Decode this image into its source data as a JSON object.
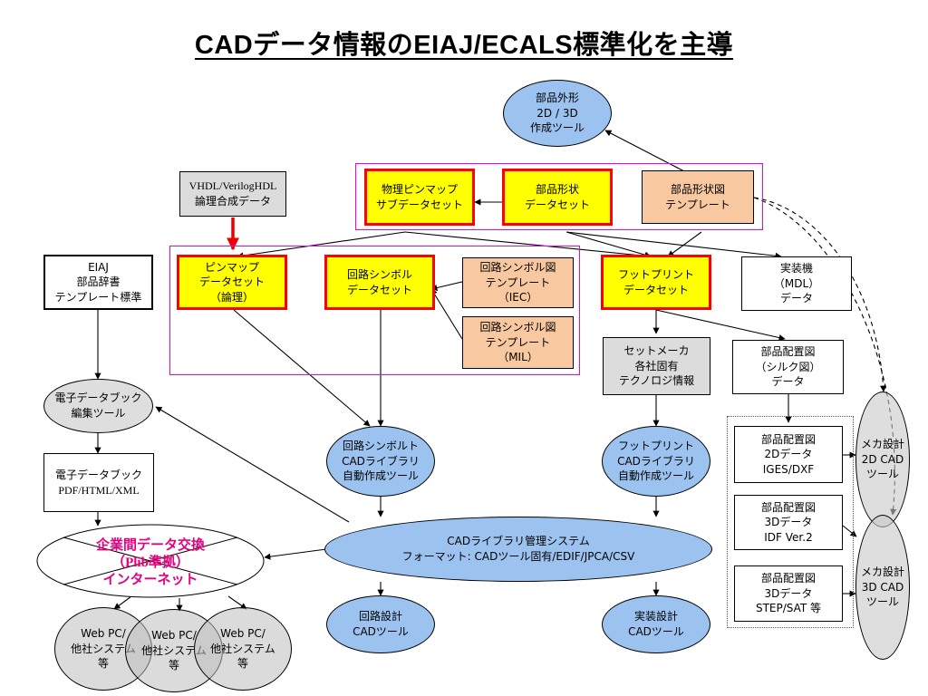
{
  "title": "CADデータ情報のEIAJ/ECALS標準化を主導",
  "nodes": {
    "shape_tool": "部品外形\n2D / 3D\n作成ツール",
    "vhdl": "VHDL/VerilogHDL\n論理合成データ",
    "phys_pinmap": "物理ピンマップ\nサブデータセット",
    "shape_dataset": "部品形状\nデータセット",
    "shape_template": "部品形状図\nテンプレート",
    "eiaj_dict": "EIAJ\n部品辞書\nテンプレート標準",
    "pinmap_logic": "ピンマップ\nデータセット\n（論理）",
    "symbol_dataset": "回路シンボル\nデータセット",
    "symbol_tpl_iec": "回路シンボル図\nテンプレート\n（IEC）",
    "symbol_tpl_mil": "回路シンボル図\nテンプレート\n（MIL）",
    "footprint_dataset": "フットプリント\nデータセット",
    "mounter_data": "実装機\n（MDL）\nデータ",
    "set_maker": "セットメーカ\n各社固有\nテクノロジ情報",
    "placement_silk": "部品配置図\n（シルク図）\nデータ",
    "ebook_tool": "電子データブック\n編集ツール",
    "symbol_cad_tool": "回路シンボルト\nCADライブラリ\n自動作成ツール",
    "fp_cad_tool": "フットプリント\nCADライブラリ\n自動作成ツール",
    "place_2d": "部品配置図\n2Dデータ\nIGES/DXF",
    "place_3d_idf": "部品配置図\n3Dデータ\nIDF Ver.2",
    "place_3d_step": "部品配置図\n3Dデータ\nSTEP/SAT 等",
    "mech_2d": "メカ設計\n2D CAD\nツール",
    "mech_3d": "メカ設計\n3D CAD\nツール",
    "ebook": "電子データブック\nPDF/HTML/XML",
    "cad_lib_mgmt": "CADライブラリ管理システム\nフォーマット: CADツール固有/EDIF/JPCA/CSV",
    "circuit_cad": "回路設計\nCADツール",
    "mount_cad": "実装設計\nCADツール",
    "exchange": "企業間データ交換\n（Plib準拠）\nインターネット",
    "web1": "Web PC/\n他社システム\n等",
    "web2": "Web PC/\n他社システム\n等",
    "web3": "Web PC/\n他社システム\n等"
  },
  "colors": {
    "highlight_fill": "#ffff00",
    "highlight_border": "#ff0000",
    "tool_fill": "#9cc3ef",
    "template_fill": "#f8c9a0",
    "exchange_text": "#e6007e",
    "group_frame": "#ee00ee"
  }
}
